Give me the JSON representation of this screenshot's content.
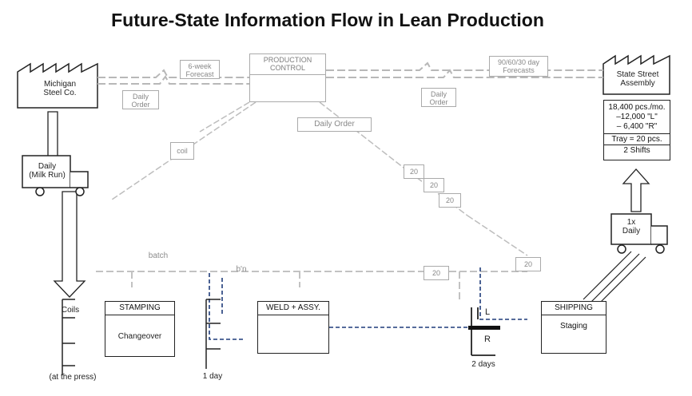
{
  "title": "Future-State Information Flow in Lean Production",
  "supplier": {
    "name_line1": "Michigan",
    "name_line2": "Steel Co."
  },
  "customer": {
    "name_line1": "State Street",
    "name_line2": "Assembly"
  },
  "customer_data": {
    "demand": "18,400 pcs./mo.",
    "l_qty": "–12,000  \"L\"",
    "r_qty": "– 6,400  \"R\"",
    "tray": "Tray = 20 pcs.",
    "shifts": "2 Shifts"
  },
  "production_control": {
    "line1": "PRODUCTION",
    "line2": "CONTROL"
  },
  "info": {
    "six_week_line1": "6-week",
    "six_week_line2": "Forecast",
    "supplier_daily_line1": "Daily",
    "supplier_daily_line2": "Order",
    "customer_daily_line1": "Daily",
    "customer_daily_line2": "Order",
    "forecast_line1": "90/60/30 day",
    "forecast_line2": "Forecasts",
    "daily_order_main": "Daily Order"
  },
  "inbound_truck": {
    "line1": "Daily",
    "line2": "(Milk Run)"
  },
  "outbound_truck": {
    "line1": "1x",
    "line2": "Daily"
  },
  "kanban": {
    "coil": "coil",
    "batch": "batch",
    "kanban_post": "b'n",
    "card_20": "20"
  },
  "processes": {
    "stamping": "STAMPING",
    "changeover": "Changeover",
    "weld": "WELD + ASSY.",
    "shipping": "SHIPPING",
    "staging": "Staging"
  },
  "inventory": {
    "coils": "Coils",
    "at_press": "(at the press)",
    "one_day": "1 day",
    "two_days": "2 days",
    "L": "L",
    "R": "R"
  }
}
